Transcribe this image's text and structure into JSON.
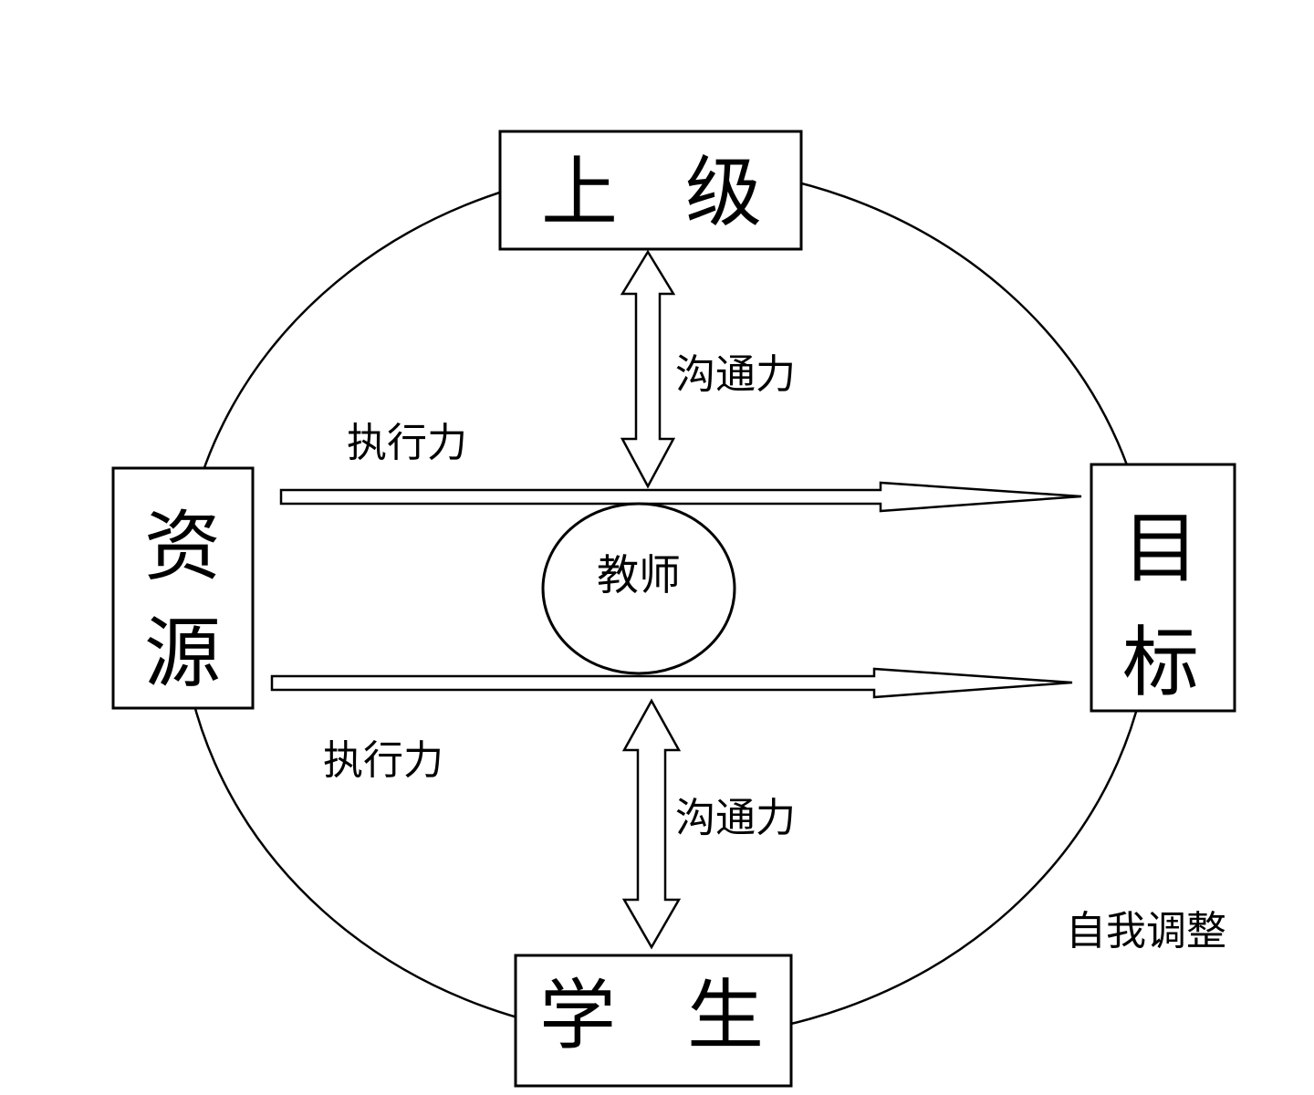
{
  "nodes": {
    "top": {
      "char1": "上",
      "char2": "级"
    },
    "bottom": {
      "char1": "学",
      "char2": "生"
    },
    "left": {
      "char1": "资",
      "char2": "源"
    },
    "right": {
      "char1": "目",
      "char2": "标"
    },
    "center": {
      "label": "教师"
    }
  },
  "labels": {
    "communication_top": "沟通力",
    "communication_bottom": "沟通力",
    "execution_top": "执行力",
    "execution_bottom": "执行力",
    "self_adjust": "自我调整"
  }
}
